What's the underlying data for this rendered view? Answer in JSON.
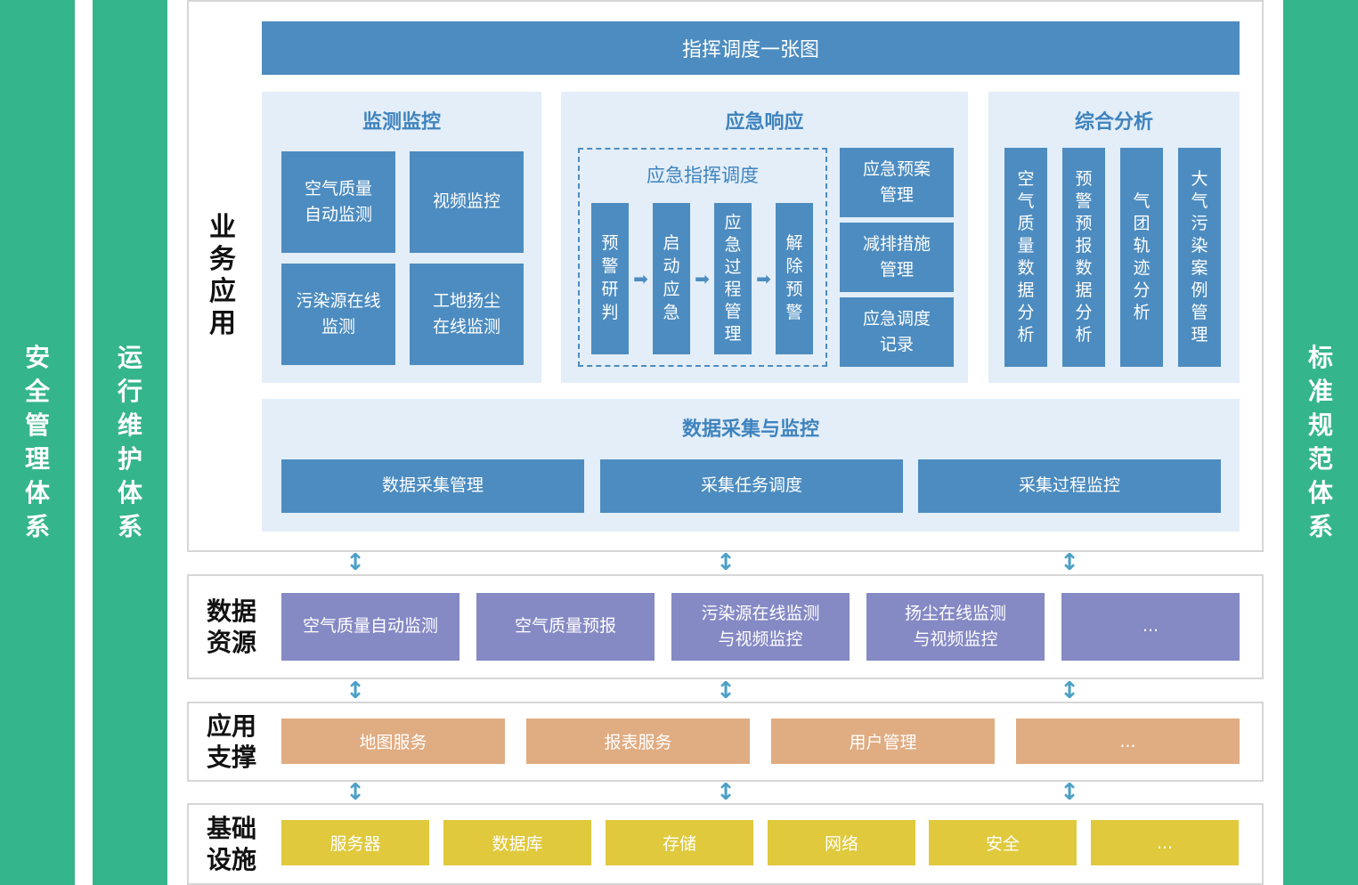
{
  "side_pillars": {
    "left_outer": "安全管理体系",
    "left_inner": "运行维护体系",
    "right": "标准规范体系"
  },
  "business_layer": {
    "title": "业务应用",
    "top_bar": "指挥调度一张图",
    "monitoring": {
      "title": "监测监控",
      "items": [
        "空气质量\n自动监测",
        "视频监控",
        "污染源在线\n监测",
        "工地扬尘\n在线监测"
      ]
    },
    "emergency": {
      "title": "应急响应",
      "command": {
        "title": "应急指挥调度",
        "steps": [
          "预警研判",
          "启动应急",
          "应急过程管理",
          "解除预警"
        ]
      },
      "side_items": [
        "应急预案\n管理",
        "减排措施\n管理",
        "应急调度\n记录"
      ]
    },
    "analysis": {
      "title": "综合分析",
      "items": [
        "空气质量数据分析",
        "预警预报数据分析",
        "气团轨迹分析",
        "大气污染案例管理"
      ]
    },
    "collection": {
      "title": "数据采集与监控",
      "items": [
        "数据采集管理",
        "采集任务调度",
        "采集过程监控"
      ]
    }
  },
  "data_layer": {
    "title": "数据\n资源",
    "items": [
      "空气质量自动监测",
      "空气质量预报",
      "污染源在线监测\n与视频监控",
      "扬尘在线监测\n与视频监控",
      "..."
    ]
  },
  "support_layer": {
    "title": "应用\n支撑",
    "items": [
      "地图服务",
      "报表服务",
      "用户管理",
      "..."
    ]
  },
  "infra_layer": {
    "title": "基础\n设施",
    "items": [
      "服务器",
      "数据库",
      "存储",
      "网络",
      "安全",
      "..."
    ]
  },
  "colors": {
    "pillar": "#35b58c",
    "blue": "#4d8cc0",
    "panel": "#e3eef8",
    "purple": "#8589c4",
    "orange": "#e0ac82",
    "yellow": "#e0c93c"
  }
}
